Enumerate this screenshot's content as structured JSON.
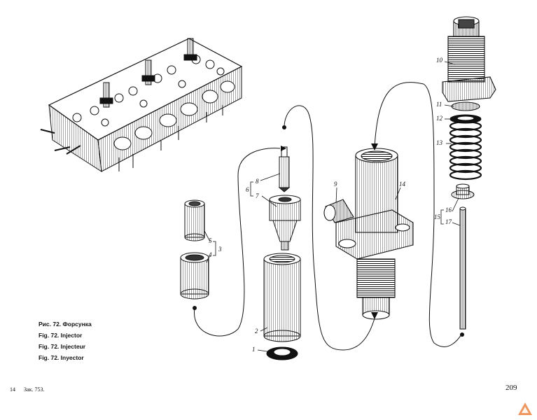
{
  "diagram": {
    "callouts": {
      "c1": "1",
      "c2": "2",
      "c3": "3",
      "c4": "4",
      "c5": "5",
      "c6": "6",
      "c7": "7",
      "c8": "8",
      "c9": "9",
      "c10": "10",
      "c11": "11",
      "c12": "12",
      "c13": "13",
      "c14": "14",
      "c15": "15",
      "c16": "16",
      "c17": "17"
    }
  },
  "caption": {
    "ru": "Рис. 72. Форсунка",
    "en": "Fig. 72. Injector",
    "fr": "Fig. 72. Injecteur",
    "es": "Fig. 72. Inyector"
  },
  "footer": {
    "signature": "14",
    "order": "Зак. 753.",
    "page_number": "209"
  },
  "colors": {
    "ink": "#111111",
    "paper": "#ffffff",
    "watermark": "#e8742a"
  }
}
